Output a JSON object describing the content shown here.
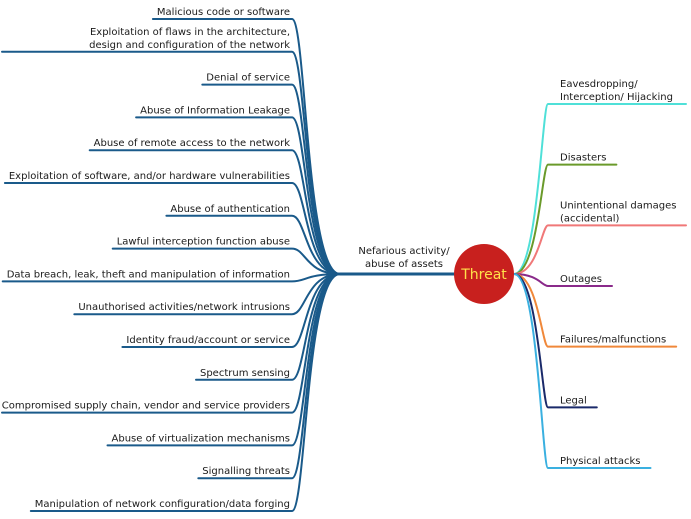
{
  "center": {
    "label": "Threat",
    "fill": "#c8201e",
    "label_color": "#ffe24a"
  },
  "hub": {
    "lines": [
      "Nefarious activity/",
      "abuse of assets"
    ],
    "branch_color": "#1a5a8a"
  },
  "left_branches": [
    {
      "lines": [
        "Malicious code or software"
      ]
    },
    {
      "lines": [
        "Exploitation of flaws in the architecture,",
        "design and configuration of the network"
      ]
    },
    {
      "lines": [
        "Denial of service"
      ]
    },
    {
      "lines": [
        "Abuse of Information Leakage"
      ]
    },
    {
      "lines": [
        "Abuse of remote access to the network"
      ]
    },
    {
      "lines": [
        "Exploitation of software, and/or hardware vulnerabilities"
      ]
    },
    {
      "lines": [
        "Abuse of authentication"
      ]
    },
    {
      "lines": [
        "Lawful interception function abuse"
      ]
    },
    {
      "lines": [
        "Data breach, leak, theft and manipulation of information"
      ]
    },
    {
      "lines": [
        "Unauthorised activities/network intrusions"
      ]
    },
    {
      "lines": [
        "Identity fraud/account or service"
      ]
    },
    {
      "lines": [
        "Spectrum sensing"
      ]
    },
    {
      "lines": [
        "Compromised supply chain, vendor and service providers"
      ]
    },
    {
      "lines": [
        "Abuse of virtualization mechanisms"
      ]
    },
    {
      "lines": [
        "Signalling threats"
      ]
    },
    {
      "lines": [
        "Manipulation of network configuration/data forging"
      ]
    }
  ],
  "right_branches": [
    {
      "lines": [
        "Eavesdropping/",
        "Interception/ Hijacking"
      ],
      "color": "#4fe0d8"
    },
    {
      "lines": [
        "Disasters"
      ],
      "color": "#6a9a2a"
    },
    {
      "lines": [
        "Unintentional damages",
        "(accidental)"
      ],
      "color": "#f07878"
    },
    {
      "lines": [
        "Outages"
      ],
      "color": "#8a2a8a"
    },
    {
      "lines": [
        "Failures/malfunctions"
      ],
      "color": "#f0883a"
    },
    {
      "lines": [
        "Legal"
      ],
      "color": "#1a2a6a"
    },
    {
      "lines": [
        "Physical attacks"
      ],
      "color": "#3ab0e0"
    }
  ]
}
